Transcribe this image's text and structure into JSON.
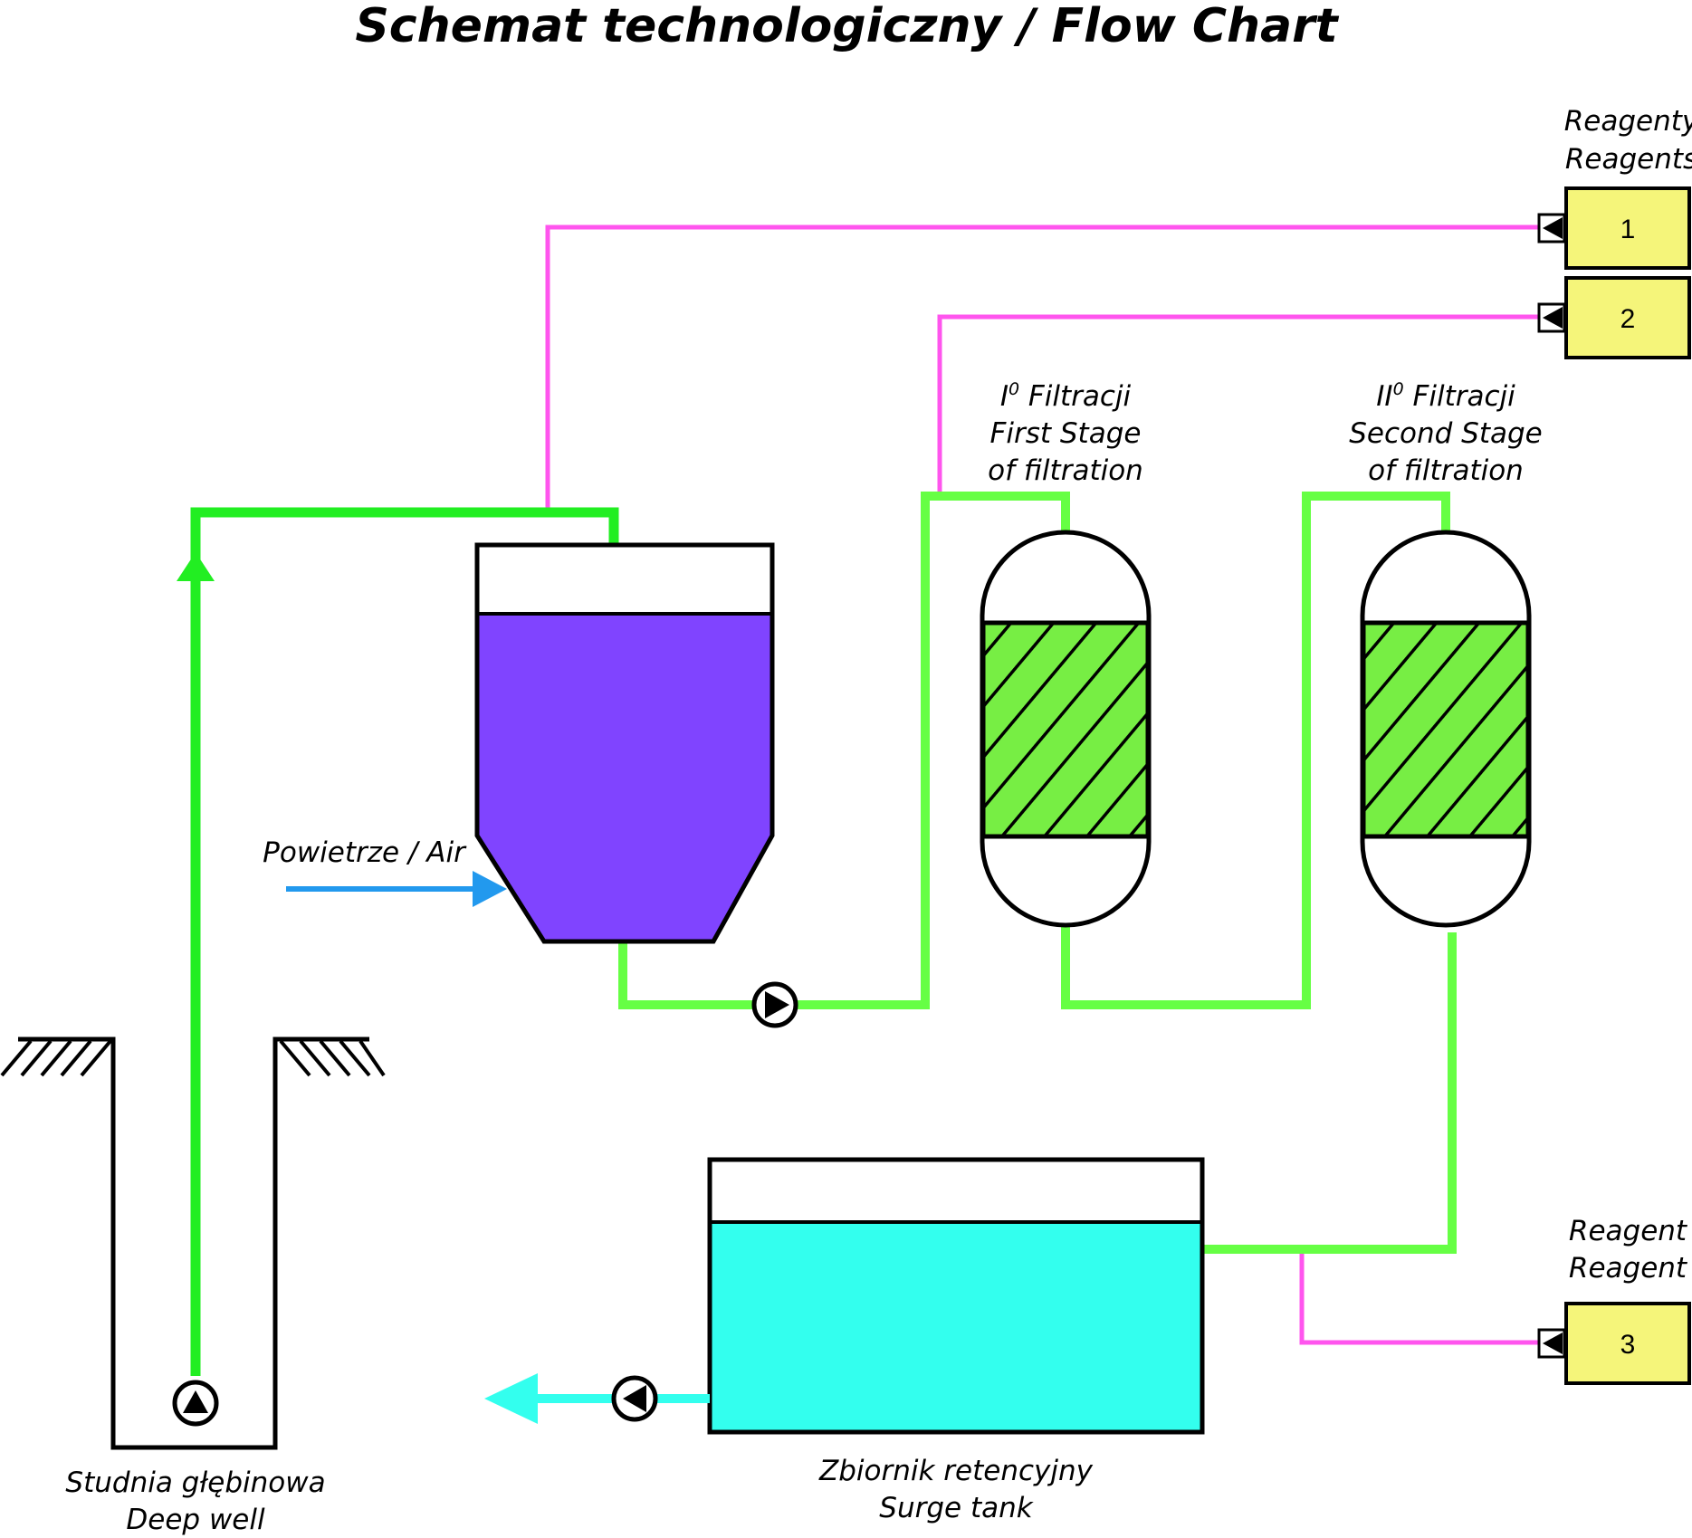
{
  "title": "Schemat technologiczny / Flow Chart",
  "reagents_label": {
    "pl": "Reagenty",
    "en": "Reagents"
  },
  "reagent_label": {
    "pl": "Reagent",
    "en": "Reagent"
  },
  "reagent_boxes": [
    "1",
    "2",
    "3"
  ],
  "first_stage": {
    "line1_base": "I",
    "line1_sup": "0",
    "line1_rest": " Filtracji",
    "line2": "First Stage",
    "line3": "of filtration"
  },
  "second_stage": {
    "line1_base": "II",
    "line1_sup": "0",
    "line1_rest": " Filtracji",
    "line2": "Second Stage",
    "line3": "of filtration"
  },
  "air_label": "Powietrze / Air",
  "deep_well": {
    "pl": "Studnia głębinowa",
    "en": "Deep well"
  },
  "surge_tank": {
    "pl": "Zbiornik retencyjny",
    "en": "Surge tank"
  },
  "colors": {
    "raw_water": "#22ee22",
    "treated_water": "#66ff44",
    "reagent_line": "#ff55ee",
    "aeration_tank": "#8044ff",
    "surge_water": "#33ffee",
    "air_arrow": "#2299ee",
    "reagent_box": "#f5f57a",
    "filter_media": "#77ee44"
  }
}
